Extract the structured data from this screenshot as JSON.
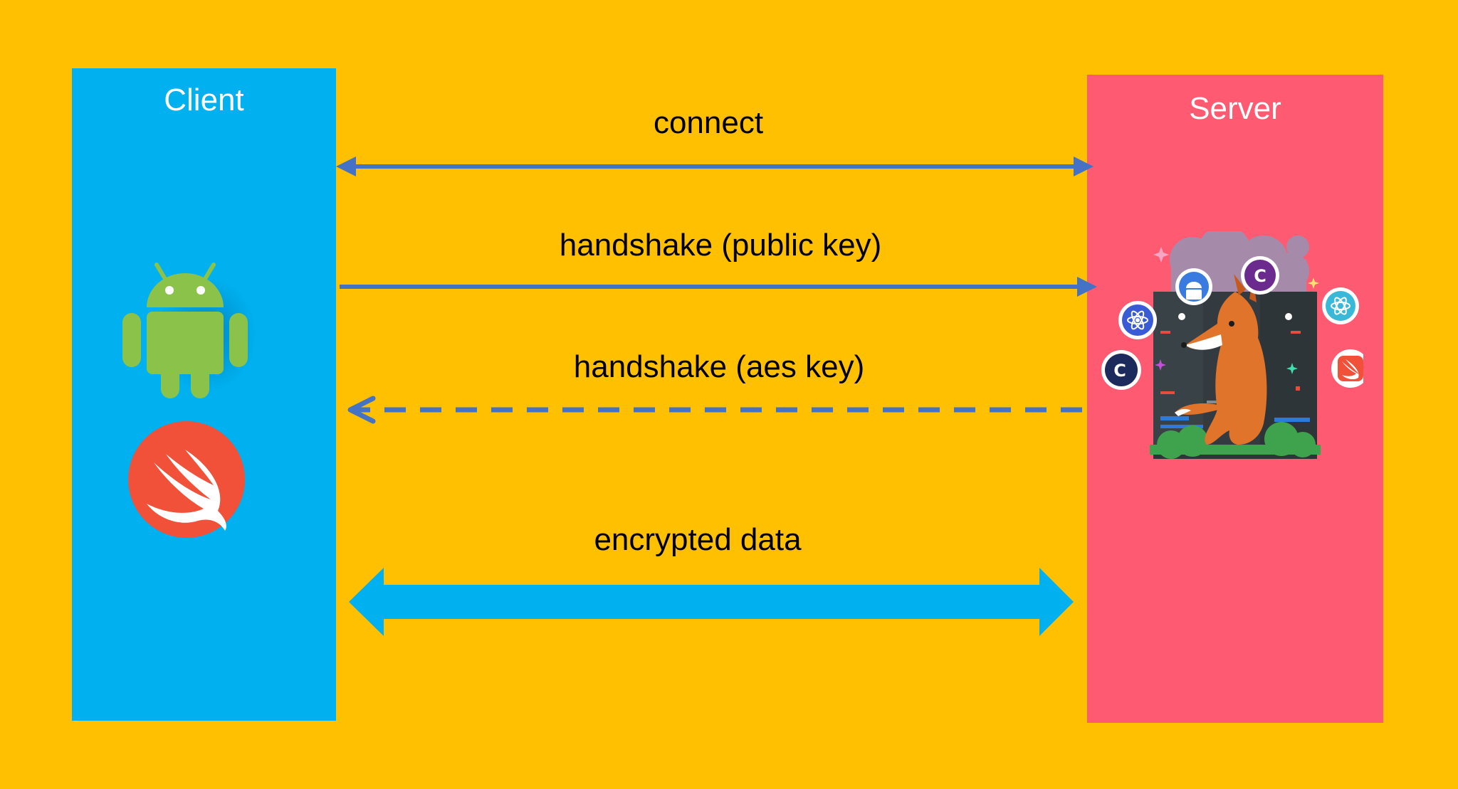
{
  "client": {
    "title": "Client"
  },
  "server": {
    "title": "Server"
  },
  "messages": [
    {
      "label": "connect"
    },
    {
      "label": "handshake (public key)"
    },
    {
      "label": "handshake (aes key)"
    },
    {
      "label": "encrypted data"
    }
  ],
  "colors": {
    "background": "#FFC001",
    "client_panel": "#00B0EF",
    "server_panel": "#FE5A72",
    "arrow": "#4472C4",
    "data_arrow": "#00B0EF"
  },
  "icons": {
    "client": [
      "android-icon",
      "swift-icon"
    ],
    "server": [
      "server-rack-icon",
      "fox-mascot-icon",
      "android-badge-icon",
      "csharp-badge-icon",
      "react-badge-icon",
      "cpp-badge-icon",
      "swift-badge-icon"
    ]
  }
}
